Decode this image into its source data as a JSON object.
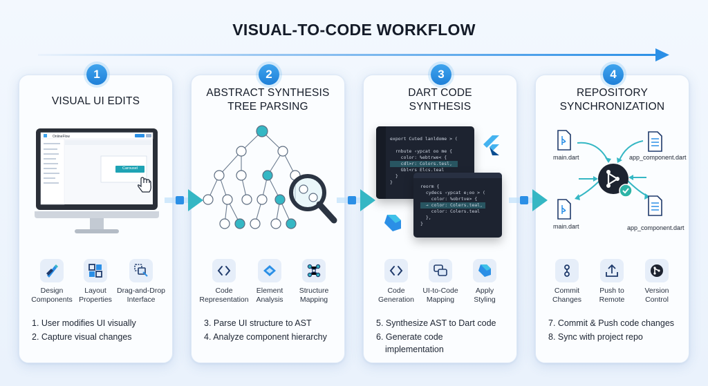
{
  "title": "VISUAL-TO-CODE WORKFLOW",
  "colors": {
    "accent": "#2b8fe6",
    "teal": "#35b7c4",
    "dark": "#1d2330",
    "navy": "#1f3a6b"
  },
  "panels": [
    {
      "number": "1",
      "title_lines": [
        "VISUAL UI EDITS"
      ],
      "icons": [
        {
          "icon": "pencil-ruler-icon",
          "label_lines": [
            "Design",
            "Components"
          ]
        },
        {
          "icon": "layout-grid-icon",
          "label_lines": [
            "Layout",
            "Properties"
          ]
        },
        {
          "icon": "drag-drop-icon",
          "label_lines": [
            "Drag-and-Drop",
            "Interface"
          ]
        }
      ],
      "steps": [
        "1. User modifies UI visually",
        "2. Capture visual changes"
      ],
      "mock": {
        "app_name": "OnlineFlow",
        "button_label": "Carousel"
      }
    },
    {
      "number": "2",
      "title_lines": [
        "ABSTRACT SYNTHESIS",
        "TREE PARSING"
      ],
      "icons": [
        {
          "icon": "code-brackets-icon",
          "label_lines": [
            "Code",
            "Representation"
          ]
        },
        {
          "icon": "layers-icon",
          "label_lines": [
            "Element",
            "Analysis"
          ]
        },
        {
          "icon": "structure-nodes-icon",
          "label_lines": [
            "Structure",
            "Mapping"
          ]
        }
      ],
      "steps": [
        "3. Parse UI structure to AST",
        "4. Analyze component hierarchy"
      ]
    },
    {
      "number": "3",
      "title_lines": [
        "DART CODE",
        "SYNTHESIS"
      ],
      "icons": [
        {
          "icon": "code-brackets-icon",
          "label_lines": [
            "Code",
            "Generation"
          ]
        },
        {
          "icon": "chat-mapping-icon",
          "label_lines": [
            "UI-to-Code",
            "Mapping"
          ]
        },
        {
          "icon": "flutter-icon",
          "label_lines": [
            "Apply",
            "Styling"
          ]
        }
      ],
      "steps": [
        "5. Synthesize AST to Dart code",
        "6. Generate code",
        "implementation"
      ],
      "code_back": [
        "export Cuted lanldome > (",
        "",
        "  rnbute ‹ypcat oo me {",
        "    color: %ebtrwe< {",
        "    cdl>r: Colors.tesl,",
        "    Gbl<rs Elcs.teal",
        "  }",
        "}"
      ],
      "code_front": [
        "reorm {",
        "  cydecs ‹ypcat e;oo > (",
        "    color: %obrtve> {",
        "  → color: Colers.teal,",
        "    color: Colers.teal",
        "  },",
        "}"
      ]
    },
    {
      "number": "4",
      "title_lines": [
        "REPOSITORY",
        "SYNCHRONIZATION"
      ],
      "icons": [
        {
          "icon": "commit-icon",
          "label_lines": [
            "Commit",
            "Changes"
          ]
        },
        {
          "icon": "upload-icon",
          "label_lines": [
            "Push to",
            "Remote"
          ]
        },
        {
          "icon": "version-control-icon",
          "label_lines": [
            "Version",
            "Control"
          ]
        }
      ],
      "steps": [
        "7. Commit & Push code changes",
        "8. Sync with project repo"
      ],
      "files": [
        "main.dart",
        "app_component.dart",
        "main.dart",
        "app_component.dart"
      ]
    }
  ]
}
